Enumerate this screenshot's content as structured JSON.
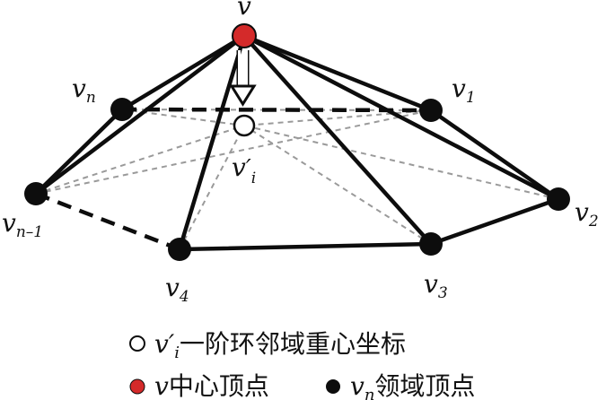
{
  "vertices": {
    "center": {
      "base": "v"
    },
    "barycenter": {
      "base": "v",
      "prime": "′",
      "sub": "i"
    },
    "v1": {
      "base": "v",
      "sub": "1"
    },
    "v2": {
      "base": "v",
      "sub": "2"
    },
    "v3": {
      "base": "v",
      "sub": "3"
    },
    "v4": {
      "base": "v",
      "sub": "4"
    },
    "vn": {
      "base": "v",
      "sub": "n"
    },
    "vn1": {
      "base": "v",
      "sub": "n–1"
    }
  },
  "legend": {
    "row1": {
      "var_base": "v",
      "var_prime": "′",
      "var_sub": "i",
      "text": "一阶环邻域重心坐标"
    },
    "row2a": {
      "var_base": "v",
      "text": "中心顶点"
    },
    "row2b": {
      "var_base": "v",
      "var_sub": "n",
      "text": "领域顶点"
    }
  },
  "colors": {
    "center_vertex": "#d42a2a",
    "neighbor_vertex": "#0d0d0d",
    "edge": "#0d0d0d",
    "hidden_edge": "#9a9a9a"
  }
}
